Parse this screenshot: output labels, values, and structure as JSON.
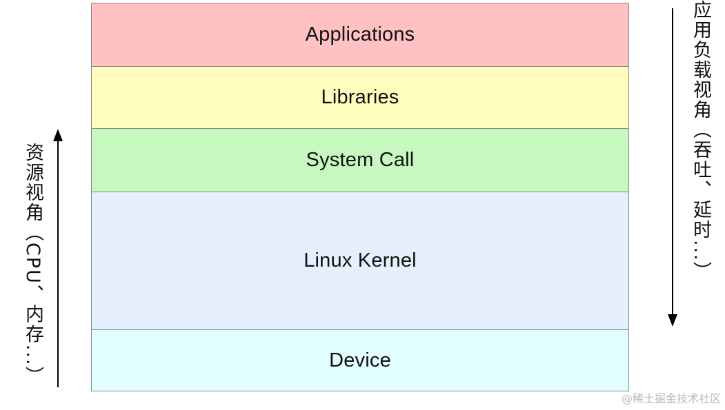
{
  "layers": [
    {
      "label": "Applications",
      "color": "#ffc1c1"
    },
    {
      "label": "Libraries",
      "color": "#fffdbe"
    },
    {
      "label": "System Call",
      "color": "#c6f8c0"
    },
    {
      "label": "Linux Kernel",
      "color": "#e6effc"
    },
    {
      "label": "Device",
      "color": "#e2fefe"
    }
  ],
  "left_axis": {
    "label": "资源视角（CPU、内存...）",
    "direction": "up"
  },
  "right_axis": {
    "label": "应用负载视角（吞吐、延时...）",
    "direction": "down"
  },
  "watermark": "@稀土掘金技术社区",
  "colors": {
    "border": "#8a8a8a",
    "arrow": "#000000",
    "text": "#111111"
  }
}
